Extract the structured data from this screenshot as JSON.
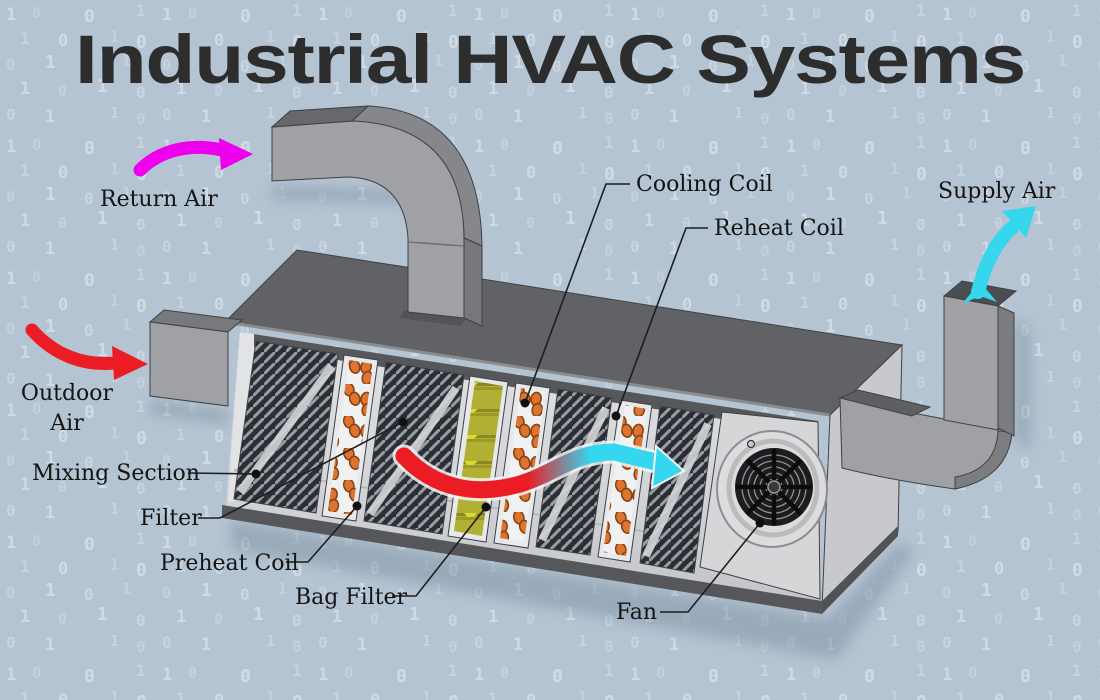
{
  "title": "Industrial HVAC Systems",
  "labels": {
    "return_air": "Return Air",
    "outdoor_air_line1": "Outdoor",
    "outdoor_air_line2": "Air",
    "supply_air": "Supply Air",
    "cooling_coil": "Cooling Coil",
    "reheat_coil": "Reheat Coil",
    "mixing_section": "Mixing Section",
    "filter": "Filter",
    "preheat_coil": "Preheat Coil",
    "bag_filter": "Bag Filter",
    "fan": "Fan"
  },
  "colors": {
    "background": "#b5c4d3",
    "digit": "#e7eff6",
    "title": "#2d2d2d",
    "label": "#141414",
    "return_arrow": "#ee00ee",
    "outdoor_arrow": "#ec1c24",
    "supply_arrow": "#35d7ef",
    "flow_hot": "#ec1c24",
    "flow_cold": "#35d7ef",
    "roof": "#606265",
    "duct_light": "#9fa1a4",
    "duct_dark": "#66686b",
    "body_light": "#c7c9cc",
    "interior_light": "#dcdee0",
    "coil": "#dd7430",
    "bag_filter": "#b1af34",
    "filter_dark": "#2c2e33"
  },
  "background": {
    "digits": [
      "1",
      "0",
      "0",
      "1",
      "1",
      "0",
      "1",
      "0",
      "0",
      "1",
      "0",
      "1",
      "1",
      "0",
      "1",
      "0",
      "0",
      "1",
      "1",
      "0"
    ]
  }
}
